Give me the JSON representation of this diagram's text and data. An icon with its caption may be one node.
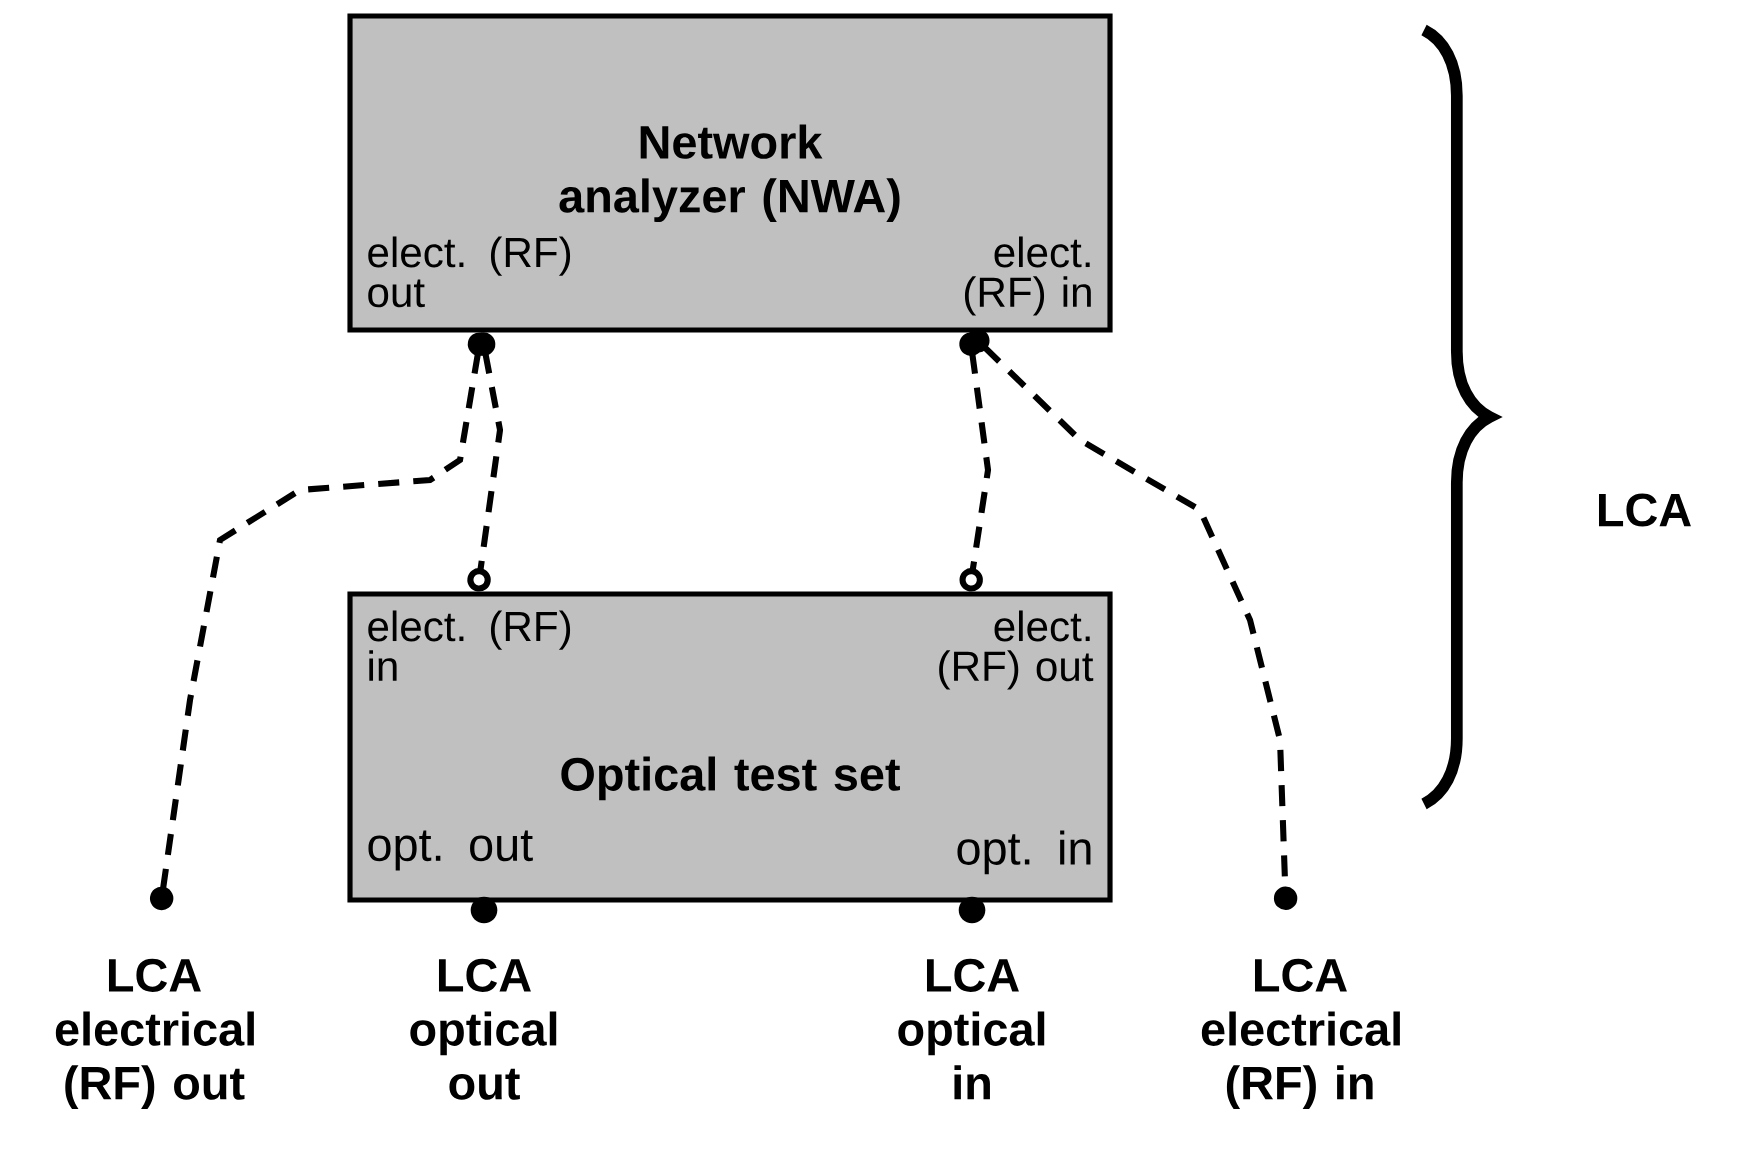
{
  "diagram": {
    "nodes": [
      {
        "text": [
          "Network analyzer (NWA)",
          "elect. (RF) out",
          "elect. (RF) in"
        ]
      },
      {
        "text": [
          "elect. (RF) in",
          "elect. (RF) out",
          "Optical test set",
          "opt. out",
          "opt. in"
        ]
      },
      {
        "text": [
          "LCA electrical (RF) out"
        ]
      },
      {
        "text": [
          "LCA electrical (RF) in"
        ]
      }
    ],
    "edges": [
      {
        "from": 0,
        "to": 1,
        "arrow": "other",
        "style": "dashed"
      },
      {
        "from": 0,
        "to": 1,
        "arrow": "other",
        "style": "dashed"
      },
      {
        "from": 0,
        "to": 2,
        "arrow": "other",
        "style": "dashed"
      },
      {
        "from": 0,
        "to": 3,
        "arrow": "other",
        "style": "dashed"
      }
    ],
    "labels": [
      "LCA",
      "LCA optical out",
      "LCA optical in"
    ]
  }
}
